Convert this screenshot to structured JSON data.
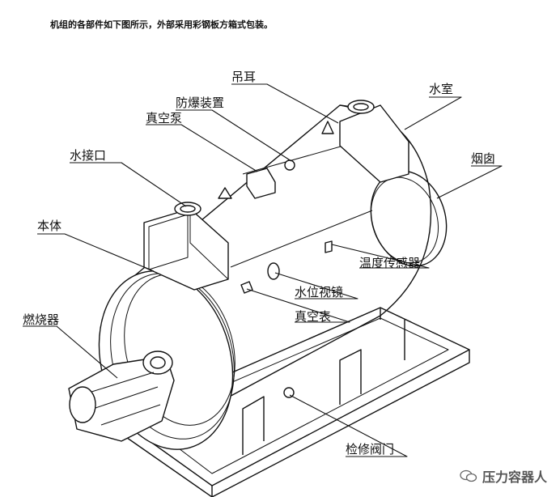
{
  "caption": "机组的各部件如下图所示，外部采用彩钢板方箱式包装。",
  "labels": {
    "lifting_lug": "吊耳",
    "water_chamber": "水室",
    "explosion_proof": "防爆装置",
    "vacuum_pump": "真空泵",
    "water_connection": "水接口",
    "chimney": "烟囱",
    "body": "本体",
    "temp_sensor": "温度传感器",
    "water_level_glass": "水位视镜",
    "vacuum_gauge": "真空表",
    "burner": "燃烧器",
    "service_valve": "检修阀门"
  },
  "watermark": {
    "text": "压力容器人",
    "icon": "wechat-icon"
  }
}
